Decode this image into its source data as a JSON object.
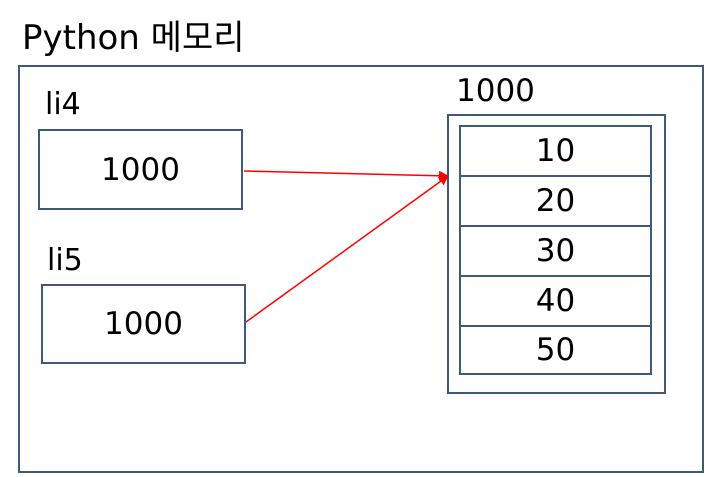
{
  "title": "Python 메모리",
  "variables": [
    {
      "name": "li4",
      "value": "1000"
    },
    {
      "name": "li5",
      "value": "1000"
    }
  ],
  "list_object": {
    "address": "1000",
    "items": [
      "10",
      "20",
      "30",
      "40",
      "50"
    ]
  },
  "colors": {
    "border": "#3f5a78",
    "arrow": "#ff0000"
  }
}
